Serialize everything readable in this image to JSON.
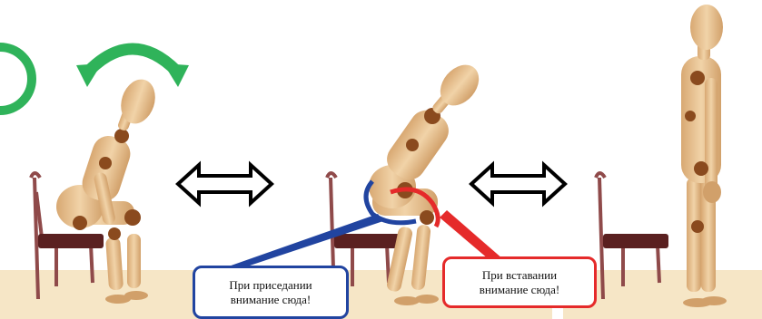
{
  "callouts": {
    "squat": {
      "line1": "При приседании",
      "line2": "внимание сюда!",
      "color": "#2144a0"
    },
    "stand": {
      "line1": "При вставании",
      "line2": "внимание сюда!",
      "color": "#e52a2a"
    }
  },
  "colors": {
    "floor": "#f6e6c6",
    "green_arrow": "#2fb35a",
    "chair": "#8f4a4a",
    "seat": "#5a2020",
    "figure_wood": "#e9c596",
    "joint": "#8a4a1e"
  }
}
